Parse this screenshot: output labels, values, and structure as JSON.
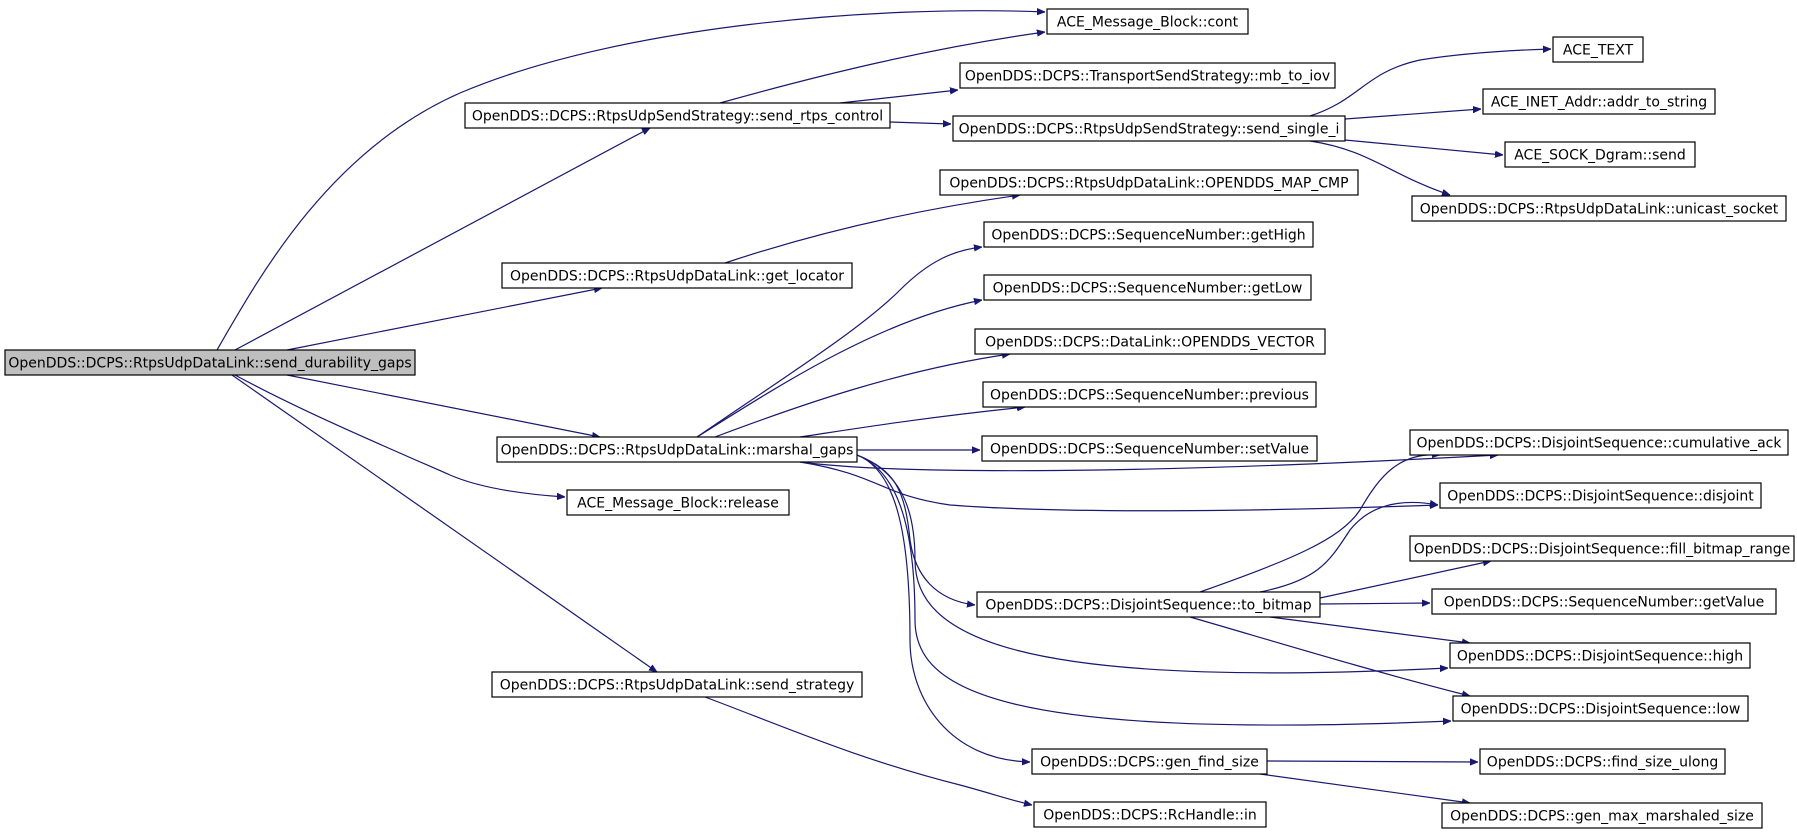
{
  "graph": {
    "root": "n0",
    "edge_color": "#191970",
    "root_fill": "#bfbfbf",
    "nodes": [
      {
        "id": "n0",
        "label": "OpenDDS::DCPS::RtpsUdpDataLink::send_durability_gaps"
      },
      {
        "id": "n1",
        "label": "ACE_Message_Block::cont"
      },
      {
        "id": "n2",
        "label": "OpenDDS::DCPS::RtpsUdpSendStrategy::send_rtps_control"
      },
      {
        "id": "n3",
        "label": "OpenDDS::DCPS::TransportSendStrategy::mb_to_iov"
      },
      {
        "id": "n4",
        "label": "OpenDDS::DCPS::RtpsUdpSendStrategy::send_single_i"
      },
      {
        "id": "n5",
        "label": "ACE_TEXT"
      },
      {
        "id": "n6",
        "label": "ACE_INET_Addr::addr_to_string"
      },
      {
        "id": "n7",
        "label": "ACE_SOCK_Dgram::send"
      },
      {
        "id": "n8",
        "label": "OpenDDS::DCPS::RtpsUdpDataLink::unicast_socket"
      },
      {
        "id": "n9",
        "label": "OpenDDS::DCPS::RtpsUdpDataLink::get_locator"
      },
      {
        "id": "n10",
        "label": "OpenDDS::DCPS::RtpsUdpDataLink::OPENDDS_MAP_CMP"
      },
      {
        "id": "n11",
        "label": "OpenDDS::DCPS::RtpsUdpDataLink::marshal_gaps"
      },
      {
        "id": "n12",
        "label": "OpenDDS::DCPS::SequenceNumber::getHigh"
      },
      {
        "id": "n13",
        "label": "OpenDDS::DCPS::SequenceNumber::getLow"
      },
      {
        "id": "n14",
        "label": "OpenDDS::DCPS::DataLink::OPENDDS_VECTOR"
      },
      {
        "id": "n15",
        "label": "OpenDDS::DCPS::SequenceNumber::previous"
      },
      {
        "id": "n16",
        "label": "OpenDDS::DCPS::SequenceNumber::setValue"
      },
      {
        "id": "n17",
        "label": "OpenDDS::DCPS::DisjointSequence::cumulative_ack"
      },
      {
        "id": "n18",
        "label": "OpenDDS::DCPS::DisjointSequence::disjoint"
      },
      {
        "id": "n19",
        "label": "OpenDDS::DCPS::DisjointSequence::to_bitmap"
      },
      {
        "id": "n20",
        "label": "OpenDDS::DCPS::DisjointSequence::fill_bitmap_range"
      },
      {
        "id": "n21",
        "label": "OpenDDS::DCPS::SequenceNumber::getValue"
      },
      {
        "id": "n22",
        "label": "OpenDDS::DCPS::DisjointSequence::high"
      },
      {
        "id": "n23",
        "label": "OpenDDS::DCPS::DisjointSequence::low"
      },
      {
        "id": "n24",
        "label": "OpenDDS::DCPS::gen_find_size"
      },
      {
        "id": "n25",
        "label": "OpenDDS::DCPS::find_size_ulong"
      },
      {
        "id": "n26",
        "label": "OpenDDS::DCPS::gen_max_marshaled_size"
      },
      {
        "id": "n27",
        "label": "ACE_Message_Block::release"
      },
      {
        "id": "n28",
        "label": "OpenDDS::DCPS::RtpsUdpDataLink::send_strategy"
      },
      {
        "id": "n29",
        "label": "OpenDDS::DCPS::RcHandle::in"
      }
    ],
    "edges": [
      {
        "from": "n0",
        "to": "n1"
      },
      {
        "from": "n0",
        "to": "n2"
      },
      {
        "from": "n0",
        "to": "n9"
      },
      {
        "from": "n0",
        "to": "n11"
      },
      {
        "from": "n0",
        "to": "n27"
      },
      {
        "from": "n0",
        "to": "n28"
      },
      {
        "from": "n2",
        "to": "n1"
      },
      {
        "from": "n2",
        "to": "n3"
      },
      {
        "from": "n2",
        "to": "n4"
      },
      {
        "from": "n4",
        "to": "n5"
      },
      {
        "from": "n4",
        "to": "n6"
      },
      {
        "from": "n4",
        "to": "n7"
      },
      {
        "from": "n4",
        "to": "n8"
      },
      {
        "from": "n9",
        "to": "n10"
      },
      {
        "from": "n11",
        "to": "n12"
      },
      {
        "from": "n11",
        "to": "n13"
      },
      {
        "from": "n11",
        "to": "n14"
      },
      {
        "from": "n11",
        "to": "n15"
      },
      {
        "from": "n11",
        "to": "n16"
      },
      {
        "from": "n11",
        "to": "n17"
      },
      {
        "from": "n11",
        "to": "n18"
      },
      {
        "from": "n11",
        "to": "n19"
      },
      {
        "from": "n11",
        "to": "n22"
      },
      {
        "from": "n11",
        "to": "n23"
      },
      {
        "from": "n11",
        "to": "n24"
      },
      {
        "from": "n19",
        "to": "n17"
      },
      {
        "from": "n19",
        "to": "n18"
      },
      {
        "from": "n19",
        "to": "n20"
      },
      {
        "from": "n19",
        "to": "n21"
      },
      {
        "from": "n19",
        "to": "n22"
      },
      {
        "from": "n19",
        "to": "n23"
      },
      {
        "from": "n24",
        "to": "n25"
      },
      {
        "from": "n24",
        "to": "n26"
      },
      {
        "from": "n28",
        "to": "n29"
      }
    ]
  }
}
